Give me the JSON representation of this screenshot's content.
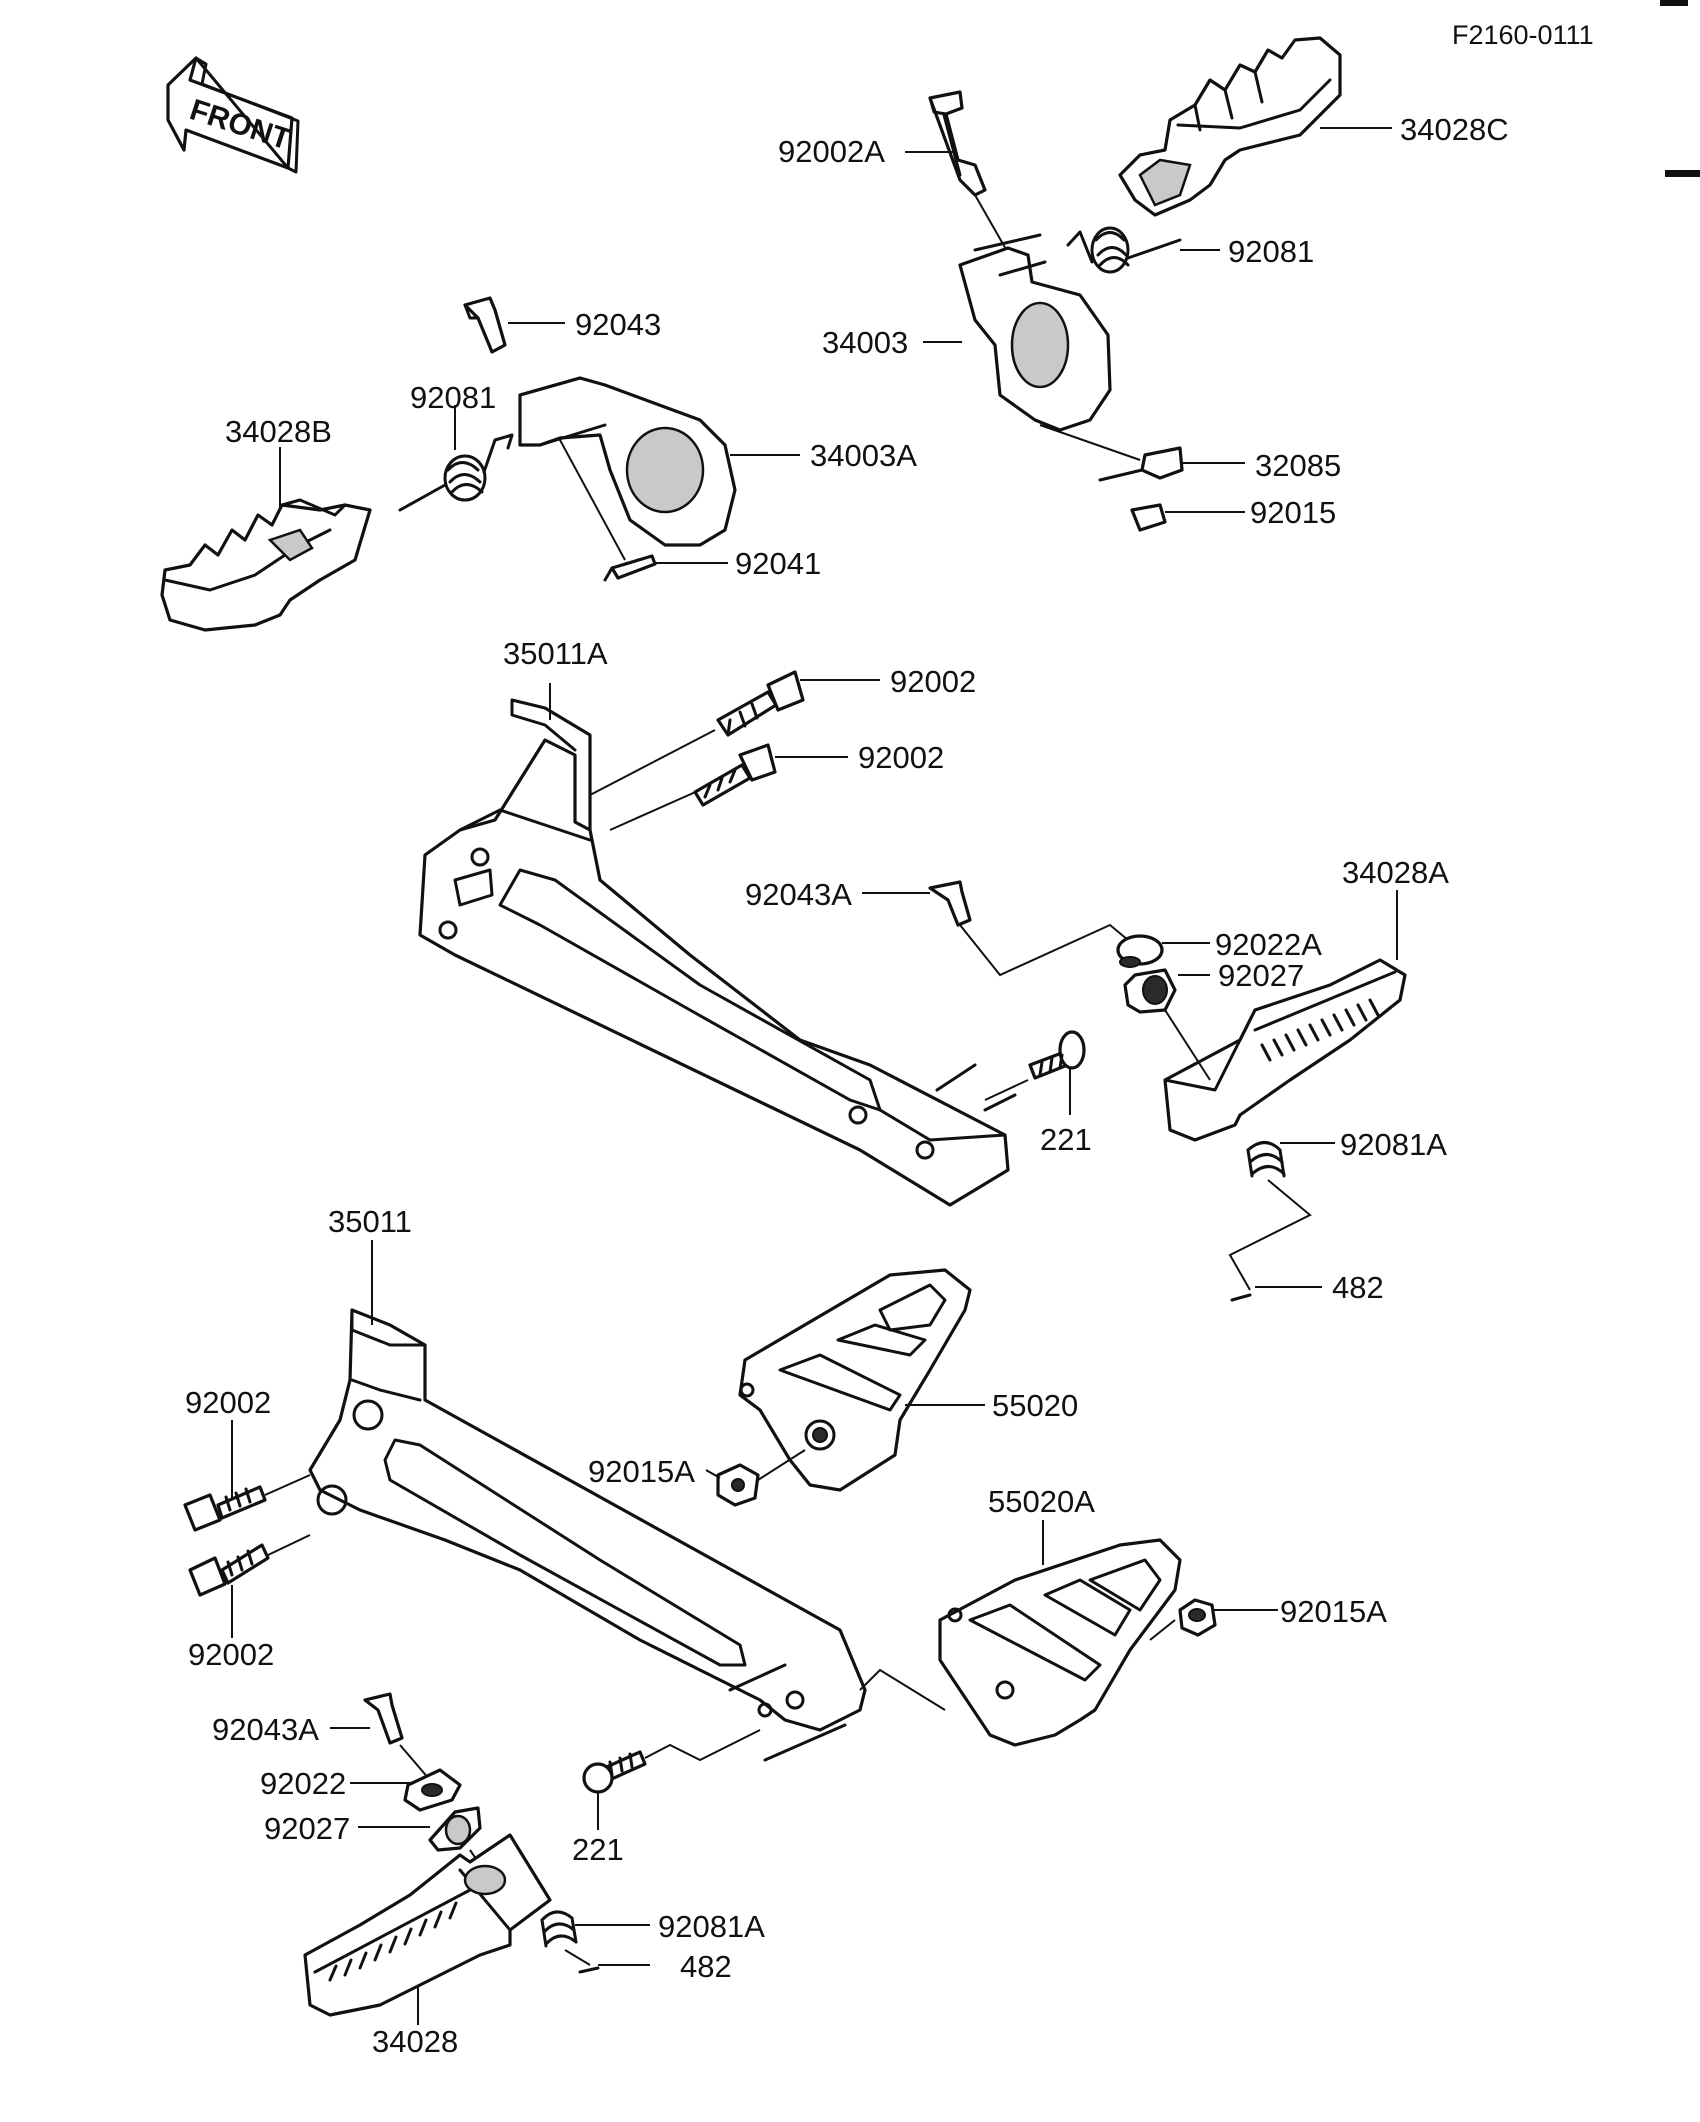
{
  "diagram": {
    "code": "F2160-0111",
    "front_marker": "FRONT",
    "labels": {
      "p92002A": "92002A",
      "p34028C": "34028C",
      "p92081_top": "92081",
      "p34003": "34003",
      "p32085": "32085",
      "p92015": "92015",
      "p92043": "92043",
      "p92081_left": "92081",
      "p34028B": "34028B",
      "p34003A": "34003A",
      "p92041": "92041",
      "p35011A": "35011A",
      "p92002_u1": "92002",
      "p92002_u2": "92002",
      "p92043A_u": "92043A",
      "p34028A": "34028A",
      "p92022A": "92022A",
      "p92027_u": "92027",
      "p221_u": "221",
      "p92081A_u": "92081A",
      "p482_u": "482",
      "p35011": "35011",
      "p55020": "55020",
      "p92002_l1": "92002",
      "p92015A_l": "92015A",
      "p92002_l2": "92002",
      "p55020A": "55020A",
      "p92015A_r": "92015A",
      "p92043A_l": "92043A",
      "p92022": "92022",
      "p92027_l": "92027",
      "p221_l": "221",
      "p92081A_l": "92081A",
      "p482_l": "482",
      "p34028": "34028"
    }
  }
}
